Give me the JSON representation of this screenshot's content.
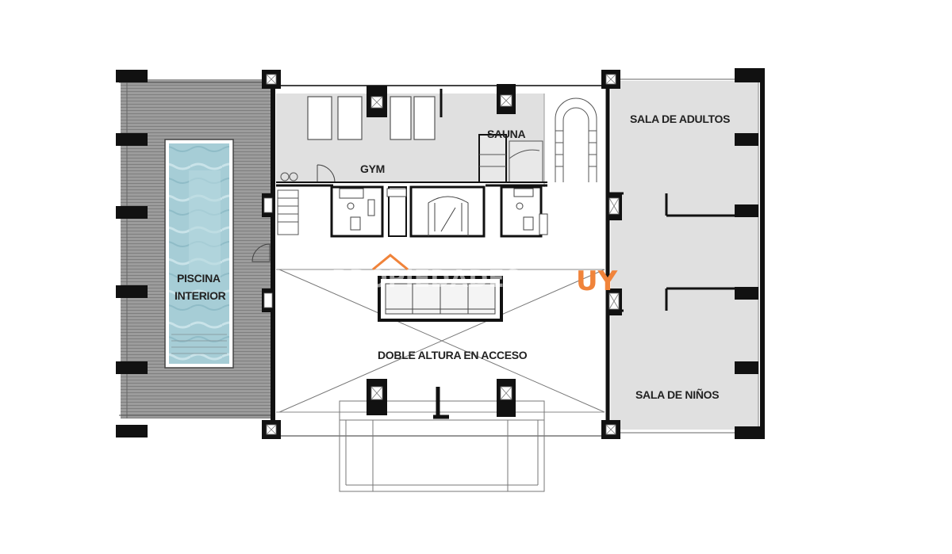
{
  "rooms": {
    "gym": "GYM",
    "sauna": "SAUNA",
    "adultos": "SALA DE ADULTOS",
    "ninos": "SALA DE NIÑOS",
    "piscina_line1": "PISCINA",
    "piscina_line2": "INTERIOR",
    "acceso": "DOBLE ALTURA EN ACCESO"
  },
  "watermark": {
    "text": "PROPIEDADES",
    "accent": "UY"
  },
  "colors": {
    "room_fill": "#e0e0e0",
    "deck_fill": "#9a9a9a",
    "pool_water": "#a9cfd8",
    "wall": "#111111",
    "accent": "#f0833a"
  }
}
